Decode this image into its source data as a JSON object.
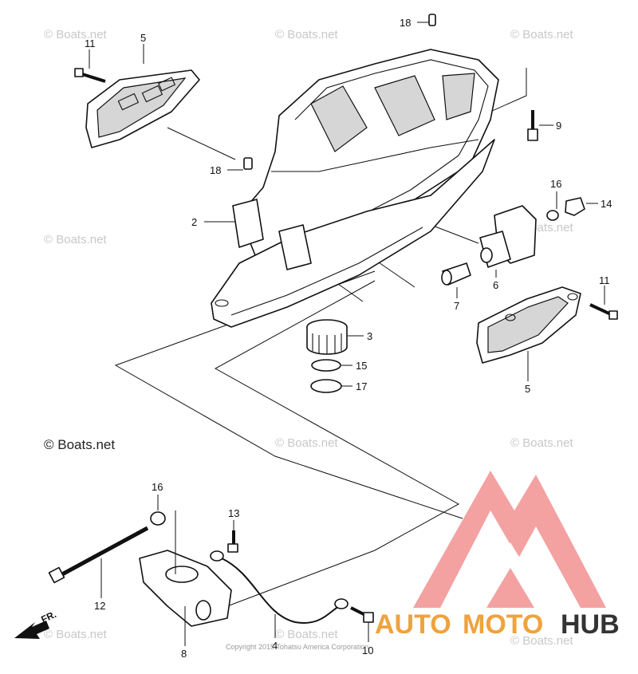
{
  "watermark": {
    "text": "© Boats.net",
    "main_text": "© Boats.net"
  },
  "copyright": "Copyright 2015 Tohatsu America Corporation",
  "brand": {
    "auto": "AUTO",
    "moto": "MOTO",
    "hub": "HUB",
    "color_primary": "#f0a23c",
    "color_triangle": "#f08a8a",
    "color_hub": "#333333"
  },
  "direction_label": "FR.",
  "callouts": {
    "c11a": "11",
    "c5a": "5",
    "c18a": "18",
    "c9": "9",
    "c18b": "18",
    "c16a": "16",
    "c14": "14",
    "c2": "2",
    "c6": "6",
    "c11b": "11",
    "c7": "7",
    "c3": "3",
    "c15": "15",
    "c17": "17",
    "c5b": "5",
    "c16b": "16",
    "c13": "13",
    "c12": "12",
    "c8": "8",
    "c4": "4",
    "c10": "10"
  }
}
